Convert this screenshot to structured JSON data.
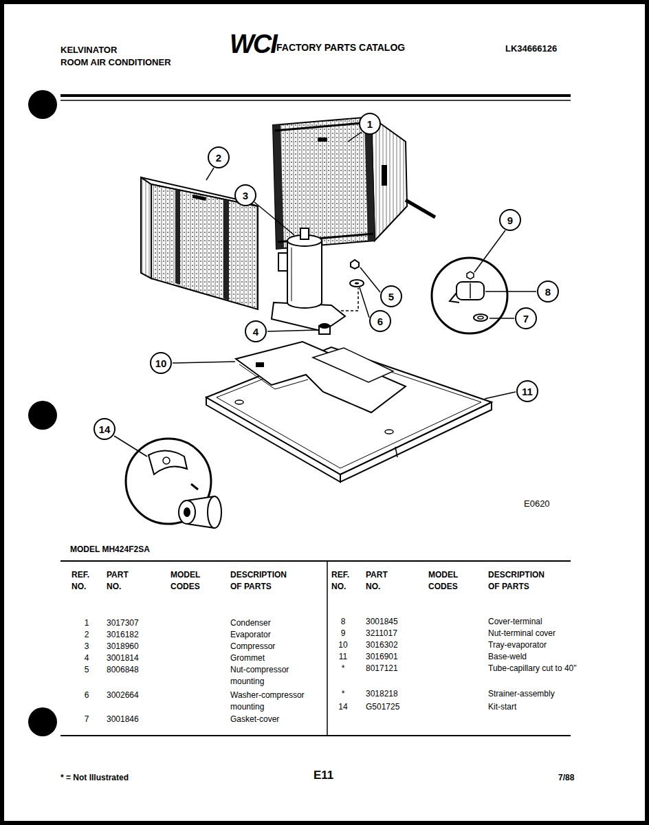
{
  "diagram": {
    "title": "FACTORY PARTS CATALOG",
    "nodes": [
      {
        "text": [
          "1"
        ]
      },
      {
        "text": [
          "2"
        ]
      },
      {
        "text": [
          "3"
        ]
      },
      {
        "text": [
          "9"
        ]
      },
      {
        "text": [
          "5"
        ]
      },
      {
        "text": [
          "8"
        ]
      },
      {
        "text": [
          "6"
        ]
      },
      {
        "text": [
          "7"
        ]
      },
      {
        "text": [
          "4"
        ]
      },
      {
        "text": [
          "10"
        ]
      },
      {
        "text": [
          "11"
        ]
      },
      {
        "text": [
          "14"
        ]
      }
    ],
    "labels": [
      "KELVINATOR",
      "ROOM AIR CONDITIONER",
      "WCI",
      "LK34666126",
      "E0620",
      "MODEL MH424F2SA",
      "REF. NO.",
      "PART NO.",
      "MODEL CODES",
      "DESCRIPTION OF PARTS",
      "REF. NO.",
      "PART NO.",
      "MODEL CODES",
      "DESCRIPTION OF PARTS",
      "1",
      "3017307",
      "Condenser",
      "2",
      "3016182",
      "Evaporator",
      "3",
      "3018960",
      "Compressor",
      "4",
      "3001814",
      "Grommet",
      "5",
      "8006848",
      "Nut-compressor mounting",
      "6",
      "3002664",
      "Washer-compressor mounting",
      "7",
      "3001846",
      "Gasket-cover",
      "8",
      "3001845",
      "Cover-terminal",
      "9",
      "3211017",
      "Nut-terminal cover",
      "10",
      "3016302",
      "Tray-evaporator",
      "11",
      "3016901",
      "Base-weld",
      "*",
      "8017121",
      "Tube-capillary cut to 40\"",
      "*",
      "3018218",
      "Strainer-assembly",
      "14",
      "G501725",
      "Kit-start",
      "* = Not Illustrated",
      "E11",
      "7/88"
    ]
  }
}
